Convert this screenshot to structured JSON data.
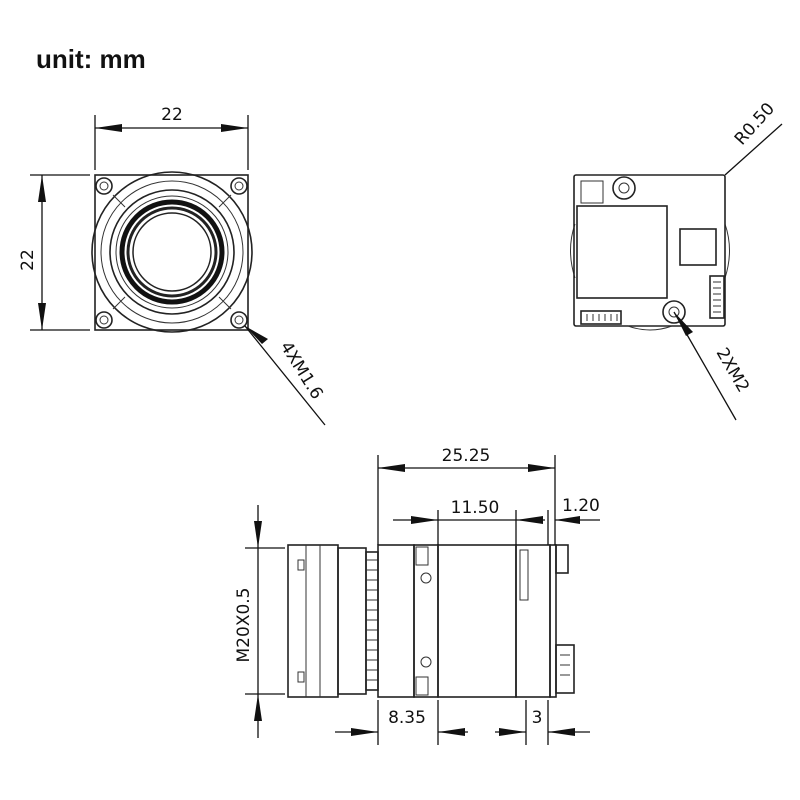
{
  "unit_label": "unit: mm",
  "front_view": {
    "width_dim": "22",
    "height_dim": "22",
    "mount_holes": "4XM1.6"
  },
  "back_view": {
    "corner_radius": "R0.50",
    "holes": "2XM2"
  },
  "side_view": {
    "total_length": "25.25",
    "body_length": "11.50",
    "rear_offset": "1.20",
    "thread": "M20X0.5",
    "front_section": "8.35",
    "rear_section": "3"
  }
}
